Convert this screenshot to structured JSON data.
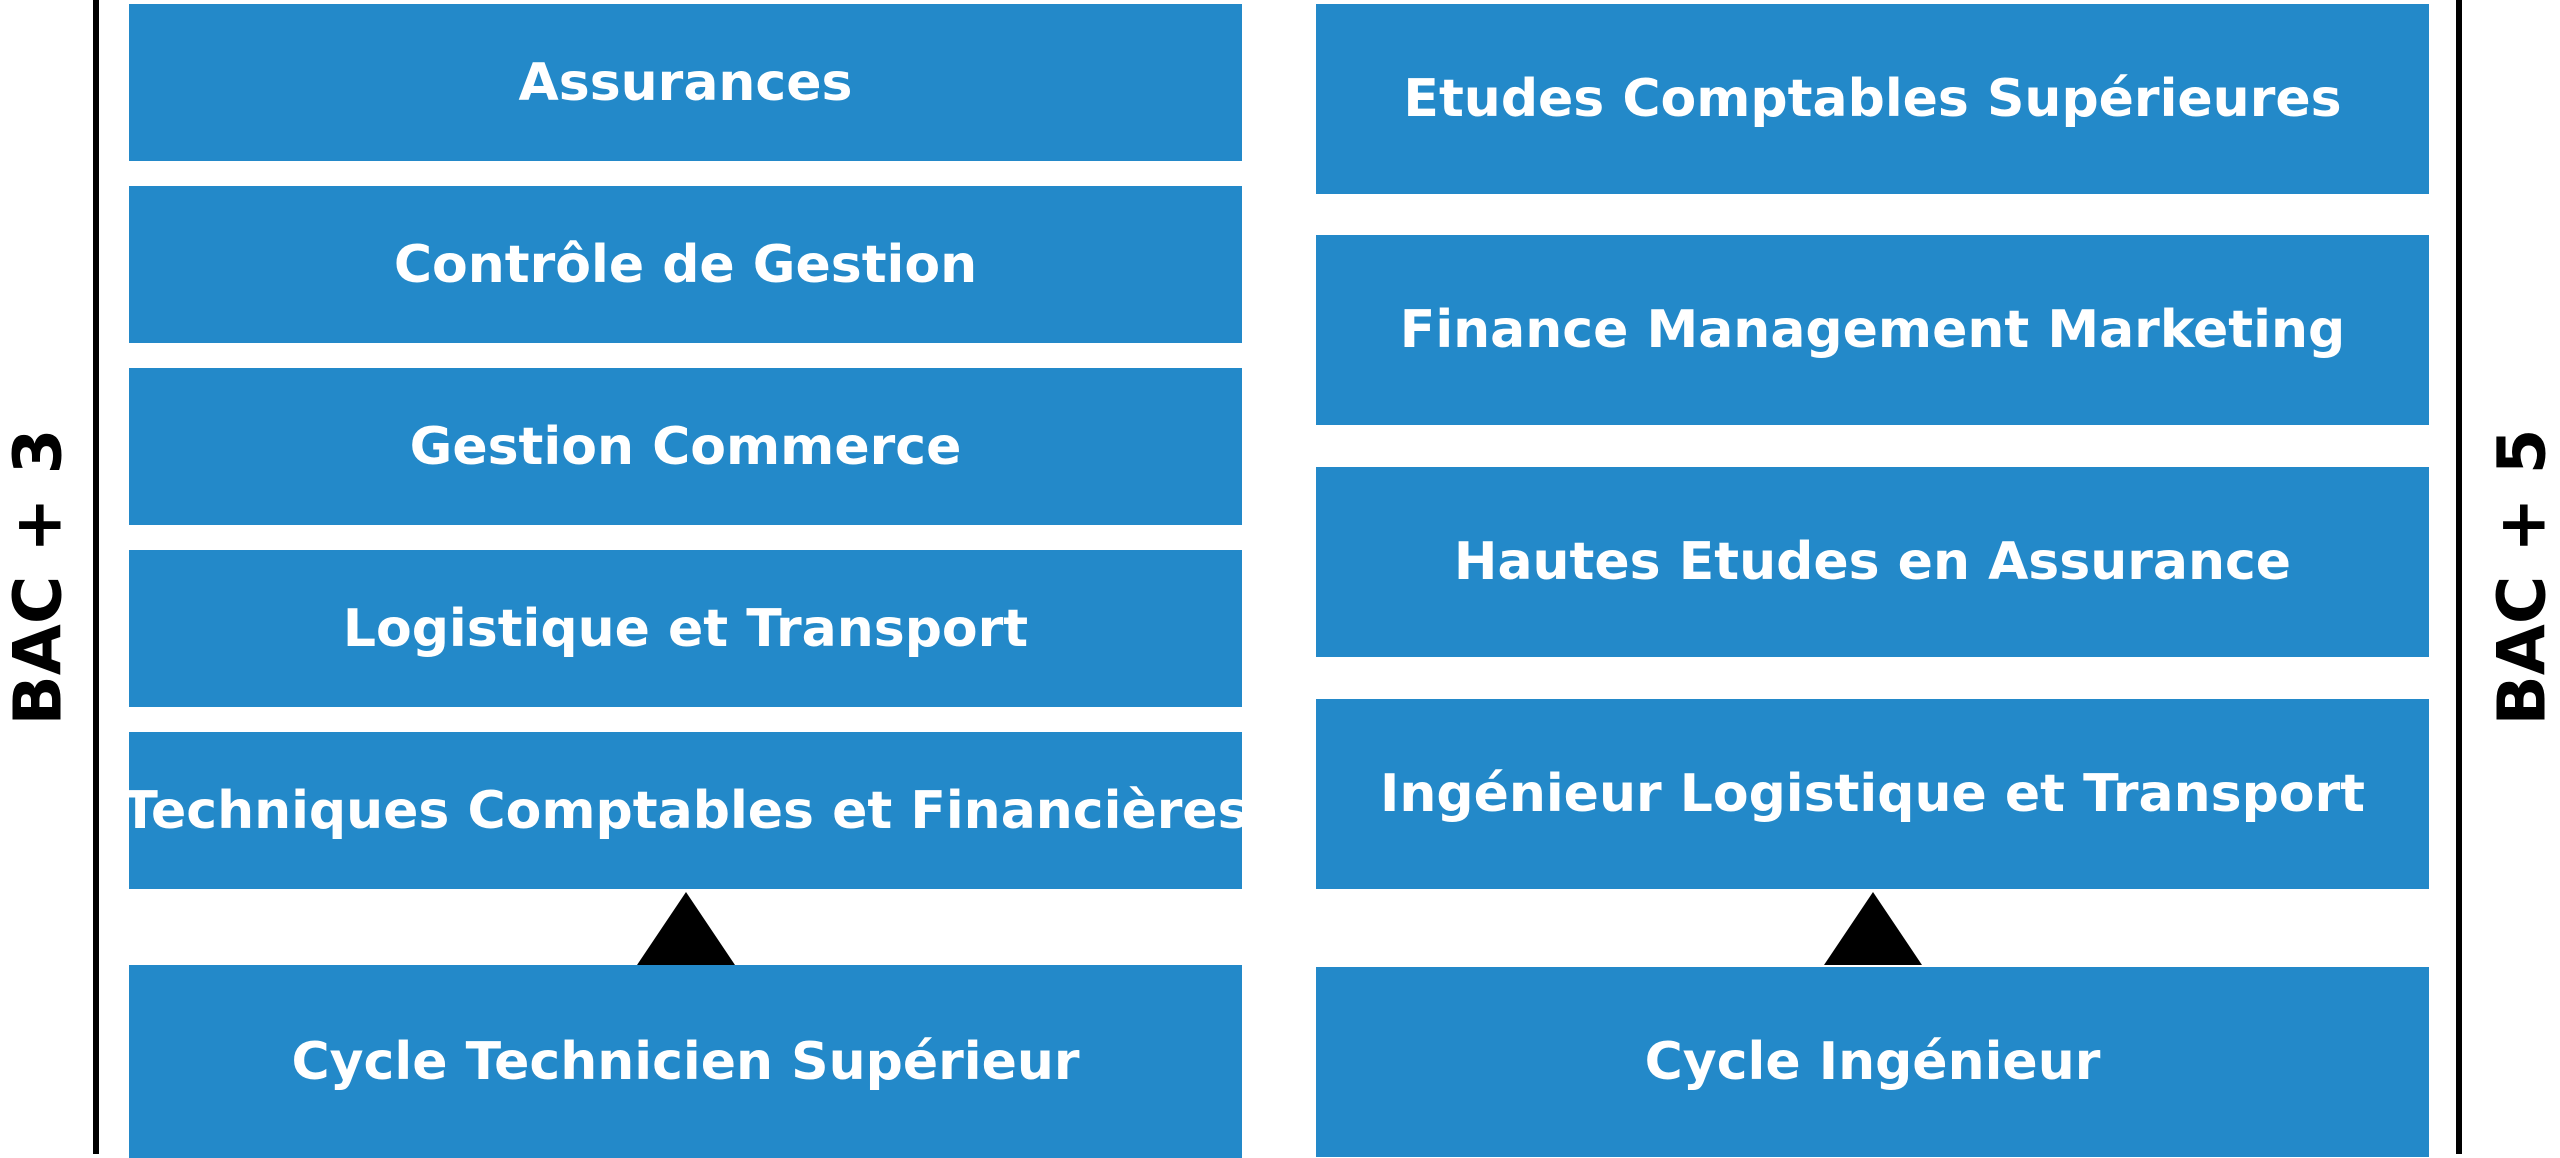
{
  "left_column": {
    "side_label": "BAC + 3",
    "programs": [
      "Assurances",
      "Contrôle de Gestion",
      "Gestion Commerce",
      "Logistique et Transport",
      "Techniques Comptables et Financières"
    ],
    "base": "Cycle Technicien Supérieur"
  },
  "right_column": {
    "side_label": "BAC + 5",
    "programs": [
      "Etudes Comptables Supérieures",
      "Finance Management Marketing",
      "Hautes Etudes en Assurance",
      "Ingénieur Logistique et Transport"
    ],
    "base": "Cycle Ingénieur"
  },
  "colors": {
    "box": "#2389C9",
    "text": "#FFFFFF",
    "lines": "#000000"
  },
  "icons": [
    "up-triangle-arrow",
    "up-triangle-arrow"
  ]
}
